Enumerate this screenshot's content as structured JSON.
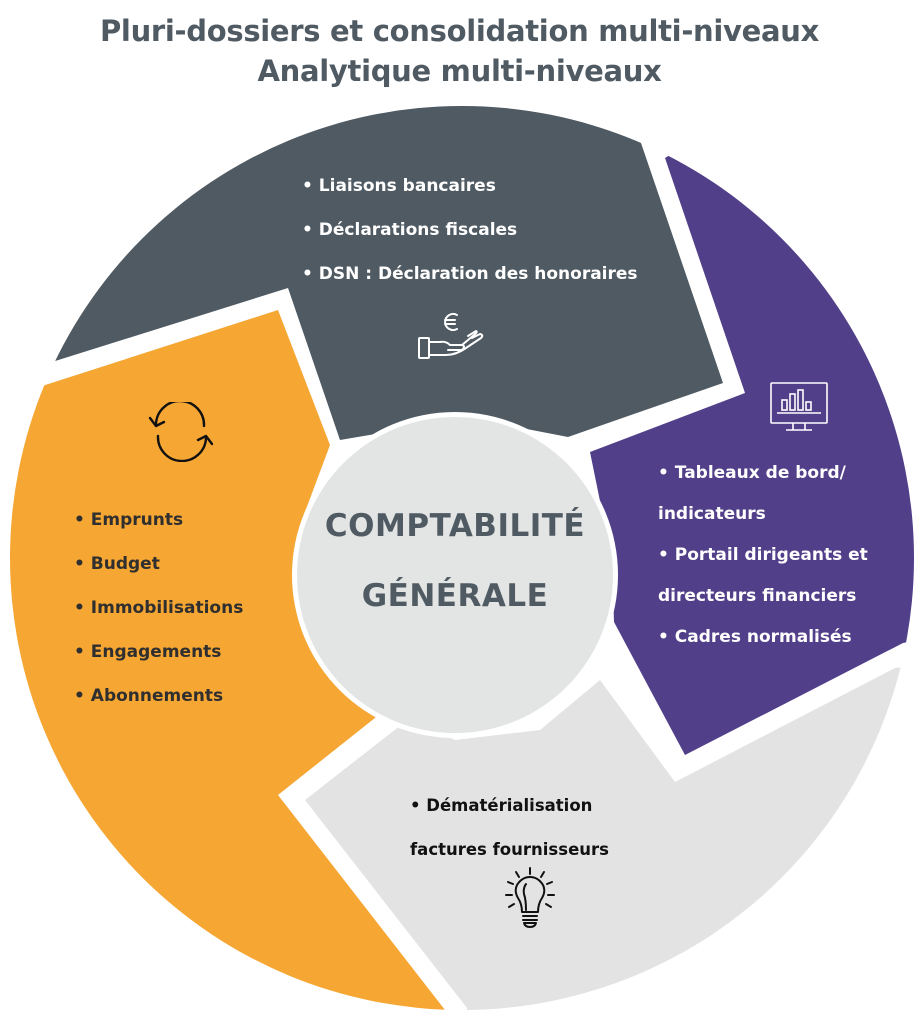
{
  "header": {
    "title_line1": "Pluri-dossiers et consolidation multi-niveaux",
    "title_line2": "Analytique multi-niveaux"
  },
  "center": {
    "line1": "COMPTABILITÉ",
    "line2": "GÉNÉRALE",
    "fill": "#e3e4e4"
  },
  "colors": {
    "dark_gray": "#4f5a63",
    "purple": "#523f89",
    "orange": "#f6a632",
    "light_gray": "#e3e3e3",
    "separator": "#ffffff"
  },
  "segments": {
    "dark_gray": {
      "icon": "euro-hand-icon",
      "items": [
        "• Liaisons bancaires",
        "• Déclarations fiscales",
        "• DSN : Déclaration des honoraires"
      ]
    },
    "purple": {
      "icon": "monitor-chart-icon",
      "items": [
        "• Tableaux de bord/",
        " indicateurs",
        "• Portail dirigeants et",
        " directeurs financiers",
        "• Cadres normalisés"
      ]
    },
    "orange": {
      "icon": "refresh-cycle-icon",
      "items": [
        "• Emprunts",
        "• Budget",
        "• Immobilisations",
        "• Engagements",
        "• Abonnements"
      ]
    },
    "light_gray": {
      "icon": "lightbulb-icon",
      "items": [
        "• Dématérialisation",
        " factures fournisseurs"
      ]
    }
  }
}
